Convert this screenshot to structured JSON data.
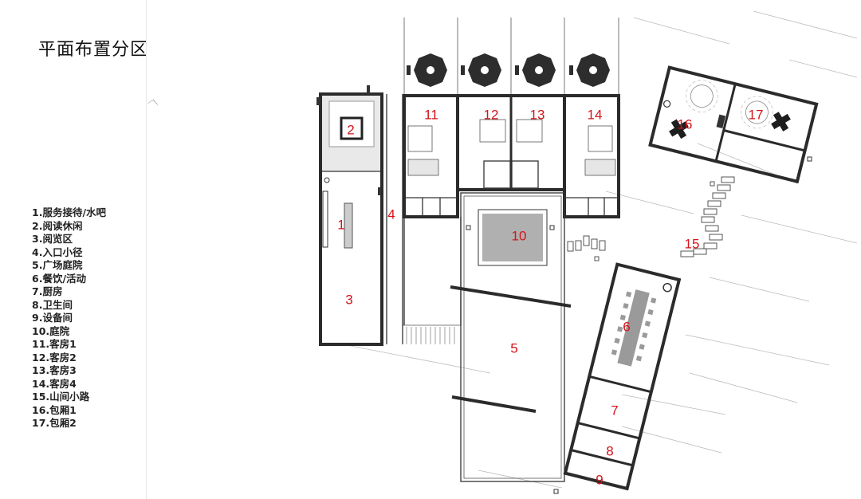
{
  "title": "平面布置分区",
  "legend": [
    "1.服务接待/水吧",
    "2.阅读休闲",
    "3.阅览区",
    "4.入口小径",
    "5.广场庭院",
    "6.餐饮/活动",
    "7.厨房",
    "8.卫生间",
    "9.设备间",
    "10.庭院",
    "11.客房1",
    "12.客房2",
    "13.客房3",
    "14.客房4",
    "15.山间小路",
    "16.包厢1",
    "17.包厢2"
  ],
  "zones": [
    "1",
    "2",
    "3",
    "4",
    "5",
    "6",
    "7",
    "8",
    "9",
    "10",
    "11",
    "12",
    "13",
    "14",
    "15",
    "16",
    "17"
  ],
  "colors": {
    "label": "#d4141a",
    "wall": "#2b2b2b",
    "courtyard": "#b0b0b0",
    "table": "#9a9a9a"
  }
}
